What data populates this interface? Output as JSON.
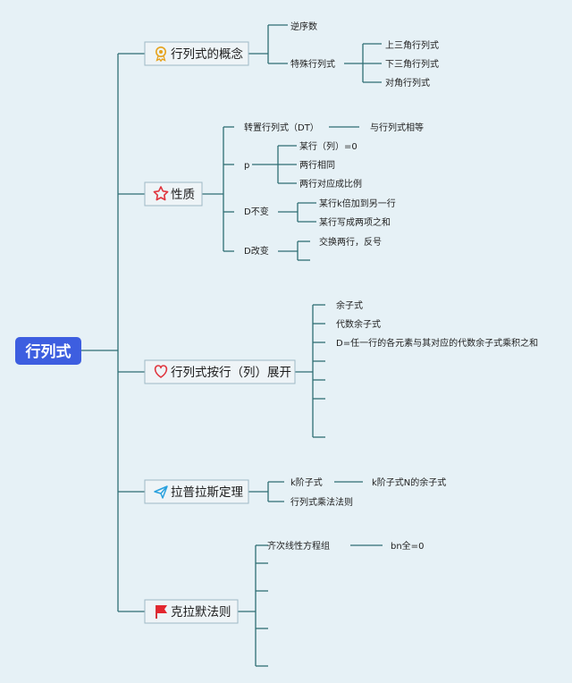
{
  "root": {
    "label": "行列式"
  },
  "branches": [
    {
      "id": "concept",
      "label": "行列式的概念",
      "icon": "medal-icon",
      "children": [
        {
          "id": "c1",
          "label": "逆序数"
        },
        {
          "id": "c2",
          "label": "特殊行列式",
          "children": [
            {
              "id": "c21",
              "label": "上三角行列式"
            },
            {
              "id": "c22",
              "label": "下三角行列式"
            },
            {
              "id": "c23",
              "label": "对角行列式"
            }
          ]
        }
      ]
    },
    {
      "id": "property",
      "label": "性质",
      "icon": "star-icon",
      "children": [
        {
          "id": "p1",
          "label": "转置行列式（DT）",
          "children": [
            {
              "id": "p11",
              "label": "与行列式相等"
            }
          ]
        },
        {
          "id": "p2",
          "label": "p",
          "children": [
            {
              "id": "p21",
              "label": "某行（列）=0"
            },
            {
              "id": "p22",
              "label": "两行相同"
            },
            {
              "id": "p23",
              "label": "两行对应成比例"
            }
          ]
        },
        {
          "id": "p3",
          "label": "D不变",
          "children": [
            {
              "id": "p31",
              "label": "某行k倍加到另一行"
            },
            {
              "id": "p32",
              "label": "某行写成两项之和"
            }
          ]
        },
        {
          "id": "p4",
          "label": "D改变",
          "children": [
            {
              "id": "p41",
              "label": "交换两行，反号"
            },
            {
              "id": "p42",
              "label": ""
            }
          ]
        }
      ]
    },
    {
      "id": "expansion",
      "label": "行列式按行（列）展开",
      "icon": "heart-icon",
      "children": [
        {
          "id": "e1",
          "label": "余子式"
        },
        {
          "id": "e2",
          "label": "代数余子式"
        },
        {
          "id": "e3",
          "label": "D=任一行的各元素与其对应的代数余子式乘积之和"
        },
        {
          "id": "e4",
          "label": ""
        },
        {
          "id": "e5",
          "label": ""
        },
        {
          "id": "e6",
          "label": ""
        },
        {
          "id": "e7",
          "label": ""
        }
      ]
    },
    {
      "id": "laplace",
      "label": "拉普拉斯定理",
      "icon": "paper-plane-icon",
      "children": [
        {
          "id": "l1",
          "label": "k阶子式",
          "children": [
            {
              "id": "l11",
              "label": "k阶子式N的余子式"
            }
          ]
        },
        {
          "id": "l2",
          "label": "行列式乘法法则"
        }
      ]
    },
    {
      "id": "cramer",
      "label": "克拉默法则",
      "icon": "flag-icon",
      "children": [
        {
          "id": "r1",
          "label": "齐次线性方程组",
          "children": [
            {
              "id": "r11",
              "label": "bn全=0"
            }
          ]
        },
        {
          "id": "r2",
          "label": ""
        },
        {
          "id": "r3",
          "label": ""
        },
        {
          "id": "r4",
          "label": ""
        },
        {
          "id": "r5",
          "label": ""
        },
        {
          "id": "r6",
          "label": ""
        },
        {
          "id": "r7",
          "label": ""
        }
      ]
    }
  ],
  "colors": {
    "background": "#e6f1f6",
    "connector": "#2f6e74",
    "root_fill": "#3d5ee0",
    "branch_fill": "#eef4f7",
    "branch_border": "#9fb9c6"
  }
}
